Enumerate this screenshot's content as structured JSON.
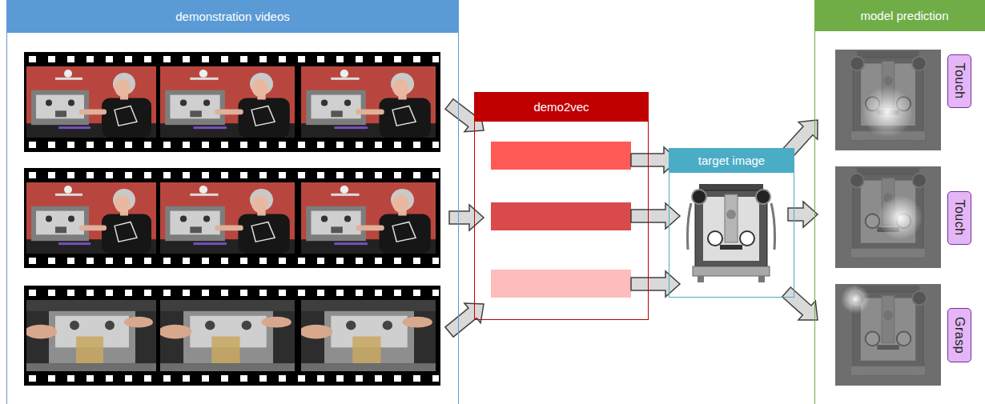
{
  "diagram": {
    "nodes": [
      {
        "text": [
          "demonstration videos"
        ]
      },
      {
        "text": [
          "demo2vec"
        ]
      },
      {
        "text": [
          "target image"
        ]
      },
      {
        "text": [
          "model prediction"
        ]
      },
      {
        "text": [
          "Touch"
        ],
        "in": 3
      },
      {
        "text": [
          "Touch"
        ],
        "in": 3
      },
      {
        "text": [
          "Grasp"
        ],
        "in": 3
      }
    ],
    "edges": [
      {
        "from": 0,
        "to": 1,
        "arrow": "to"
      },
      {
        "from": 0,
        "to": 1,
        "arrow": "to"
      },
      {
        "from": 0,
        "to": 1,
        "arrow": "to"
      },
      {
        "from": 1,
        "to": 2,
        "arrow": "to"
      },
      {
        "from": 1,
        "to": 2,
        "arrow": "to"
      },
      {
        "from": 1,
        "to": 2,
        "arrow": "to"
      },
      {
        "from": 2,
        "to": 3,
        "arrow": "to"
      },
      {
        "from": 2,
        "to": 3,
        "arrow": "to"
      },
      {
        "from": 2,
        "to": 3,
        "arrow": "to"
      }
    ]
  }
}
